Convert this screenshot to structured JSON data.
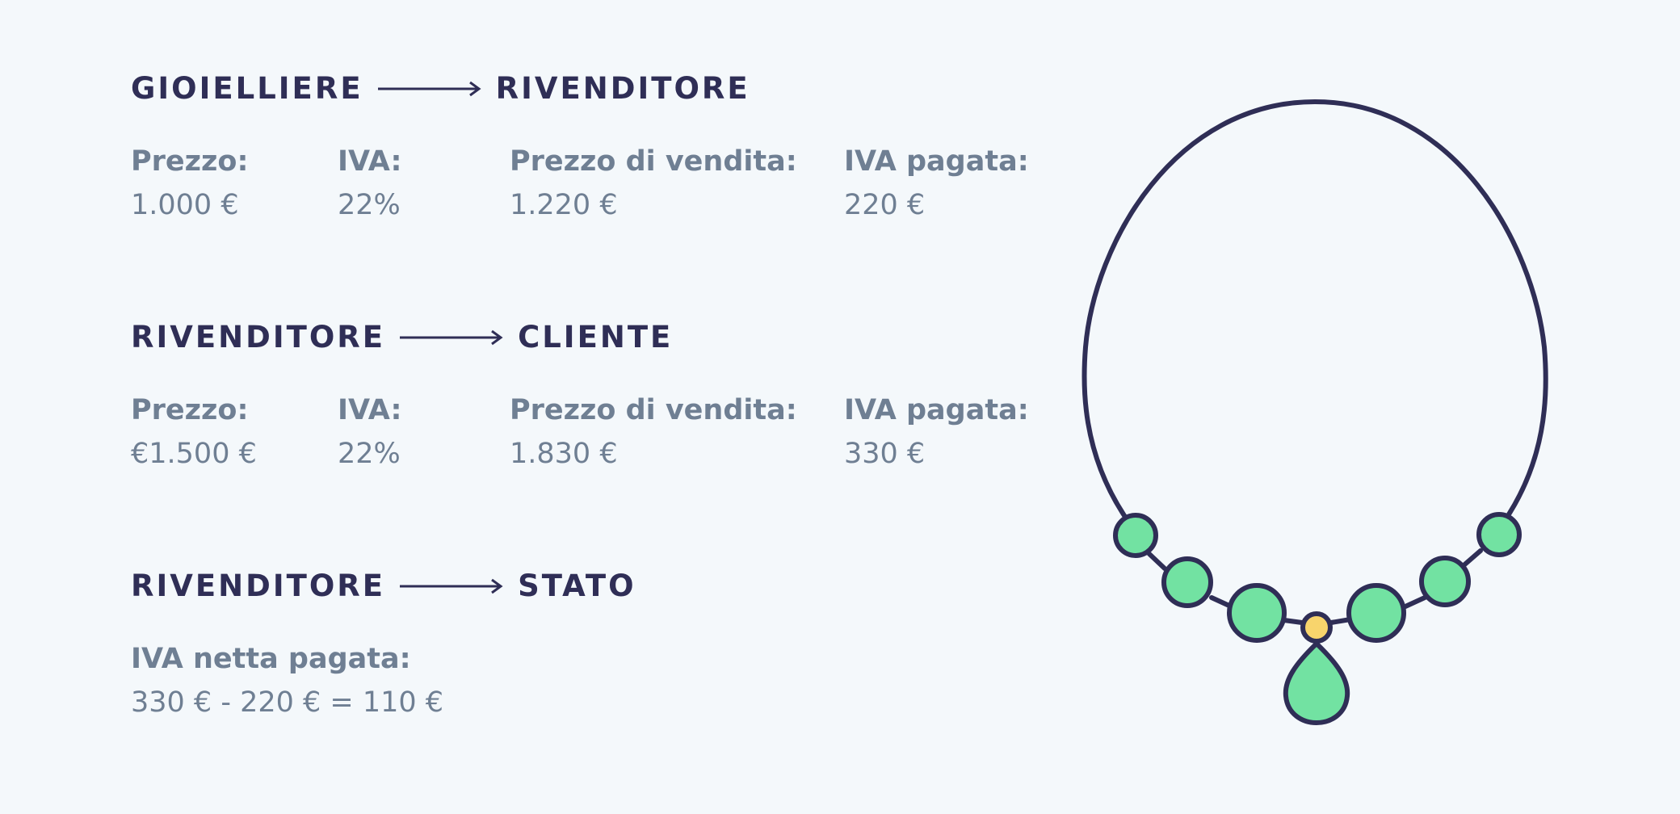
{
  "sections": [
    {
      "from": "GIOIELLIERE",
      "to": "RIVENDITORE",
      "fields": [
        {
          "label": "Prezzo:",
          "value": "1.000 €"
        },
        {
          "label": "IVA:",
          "value": "22%"
        },
        {
          "label": "Prezzo di vendita:",
          "value": "1.220 €"
        },
        {
          "label": "IVA pagata:",
          "value": "220 €"
        }
      ]
    },
    {
      "from": "RIVENDITORE",
      "to": "CLIENTE",
      "fields": [
        {
          "label": "Prezzo:",
          "value": "€1.500 €"
        },
        {
          "label": "IVA:",
          "value": "22%"
        },
        {
          "label": "Prezzo di vendita:",
          "value": "1.830 €"
        },
        {
          "label": "IVA pagata:",
          "value": "330 €"
        }
      ]
    },
    {
      "from": "RIVENDITORE",
      "to": "STATO",
      "fields": [
        {
          "label": "IVA netta pagata:",
          "value": "330 € - 220 € = 110 €"
        }
      ]
    }
  ],
  "icons": {
    "arrow": "arrow-right-icon",
    "necklace": "necklace-icon"
  },
  "colors": {
    "background": "#f4f8fb",
    "heading": "#2f2e56",
    "text": "#6f7f93",
    "gem": "#72e2a2",
    "clasp": "#f8d46c",
    "outline": "#2f2e56"
  }
}
